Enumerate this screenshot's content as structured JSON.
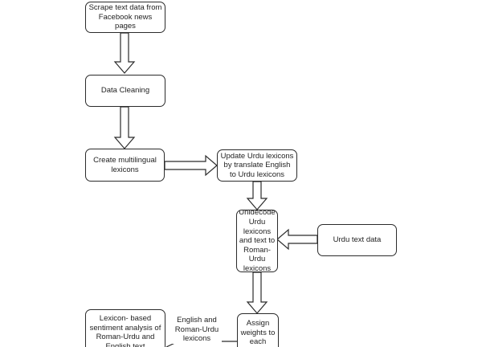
{
  "flowchart": {
    "nodes": {
      "scrape": {
        "label": "Scrape text data from Facebook news pages"
      },
      "cleaning": {
        "label": "Data Cleaning"
      },
      "create_lexicons": {
        "label": "Create multilingual lexicons"
      },
      "update_urdu": {
        "label": "Update Urdu lexicons by translate English to Urdu lexicons"
      },
      "unidecode": {
        "label": "Unidecode Urdu lexicons and text to Roman-Urdu lexicons"
      },
      "urdu_text": {
        "label": "Urdu text data"
      },
      "assign_weights": {
        "label": "Assign weights to each lexicon on"
      },
      "sentiment": {
        "label": "Lexicon- based sentiment analysis of Roman-Urdu and English text"
      }
    },
    "edge_labels": {
      "english_roman": "English and Roman-Urdu lexicons"
    },
    "edges": [
      {
        "from": "scrape",
        "to": "cleaning"
      },
      {
        "from": "cleaning",
        "to": "create_lexicons"
      },
      {
        "from": "create_lexicons",
        "to": "update_urdu"
      },
      {
        "from": "update_urdu",
        "to": "unidecode"
      },
      {
        "from": "urdu_text",
        "to": "unidecode"
      },
      {
        "from": "unidecode",
        "to": "assign_weights"
      },
      {
        "from": "assign_weights",
        "to": "sentiment"
      }
    ]
  },
  "colors": {
    "stroke": "#2b2b2b",
    "fill": "#ffffff",
    "text": "#1f1f1f"
  }
}
